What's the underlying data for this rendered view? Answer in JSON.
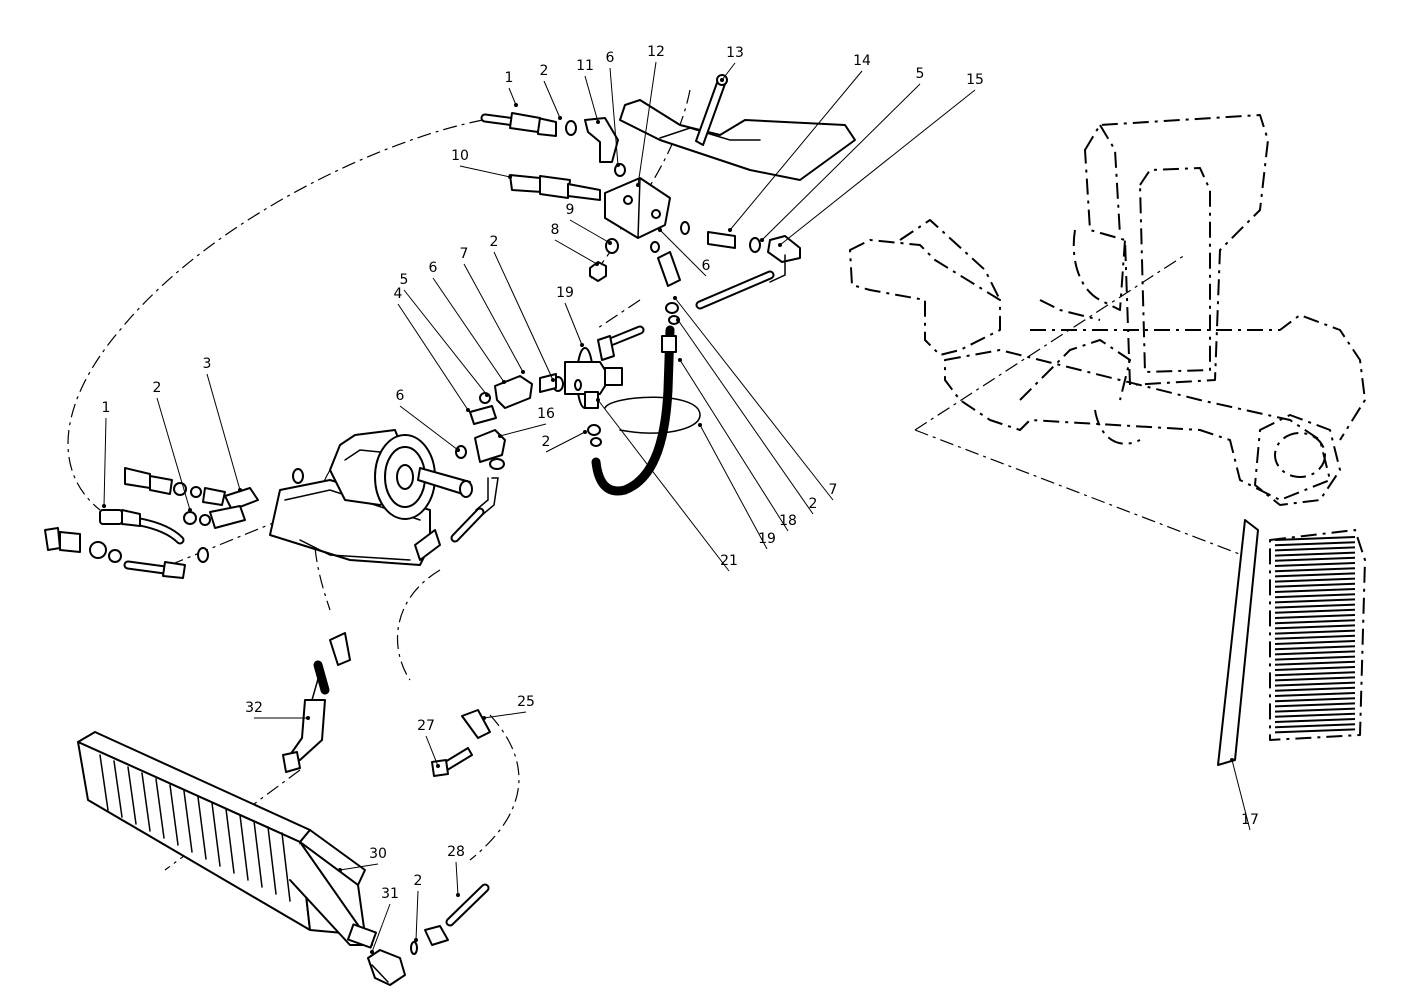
{
  "diagram": {
    "kind": "exploded-parts-view",
    "callouts": [
      {
        "id": "c1a",
        "label": "1"
      },
      {
        "id": "c2a",
        "label": "2"
      },
      {
        "id": "c11",
        "label": "11"
      },
      {
        "id": "c6a",
        "label": "6"
      },
      {
        "id": "c12",
        "label": "12"
      },
      {
        "id": "c13",
        "label": "13"
      },
      {
        "id": "c14",
        "label": "14"
      },
      {
        "id": "c5a",
        "label": "5"
      },
      {
        "id": "c15",
        "label": "15"
      },
      {
        "id": "c10",
        "label": "10"
      },
      {
        "id": "c9",
        "label": "9"
      },
      {
        "id": "c8",
        "label": "8"
      },
      {
        "id": "c6b",
        "label": "6"
      },
      {
        "id": "c4",
        "label": "4"
      },
      {
        "id": "c5b",
        "label": "5"
      },
      {
        "id": "c6c",
        "label": "6"
      },
      {
        "id": "c7a",
        "label": "7"
      },
      {
        "id": "c2b",
        "label": "2"
      },
      {
        "id": "c19a",
        "label": "19"
      },
      {
        "id": "c3",
        "label": "3"
      },
      {
        "id": "c2c",
        "label": "2"
      },
      {
        "id": "c6d",
        "label": "6"
      },
      {
        "id": "c16",
        "label": "16"
      },
      {
        "id": "c2d",
        "label": "2"
      },
      {
        "id": "c1b",
        "label": "1"
      },
      {
        "id": "c7b",
        "label": "7"
      },
      {
        "id": "c2e",
        "label": "2"
      },
      {
        "id": "c18",
        "label": "18"
      },
      {
        "id": "c19b",
        "label": "19"
      },
      {
        "id": "c21",
        "label": "21"
      },
      {
        "id": "c32",
        "label": "32"
      },
      {
        "id": "c25",
        "label": "25"
      },
      {
        "id": "c27",
        "label": "27"
      },
      {
        "id": "c30",
        "label": "30"
      },
      {
        "id": "c28",
        "label": "28"
      },
      {
        "id": "c31",
        "label": "31"
      },
      {
        "id": "c2f",
        "label": "2"
      },
      {
        "id": "c17",
        "label": "17"
      }
    ]
  }
}
